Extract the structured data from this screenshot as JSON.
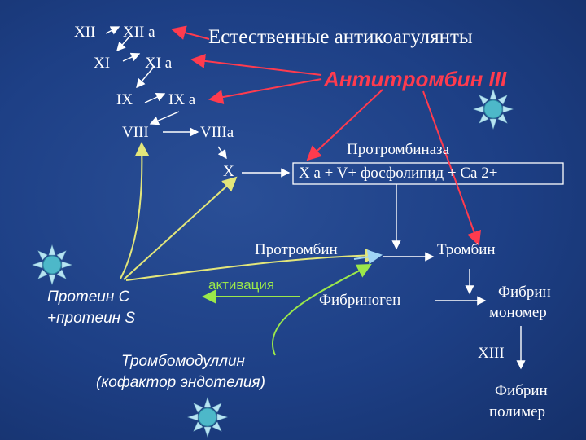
{
  "cascade": {
    "xii": "XII",
    "xii_a": "XII a",
    "xi": "XI",
    "xi_a": "XI a",
    "ix": "IX",
    "ix_a": "IX a",
    "viii": "VIII",
    "viii_a": "VIIIa",
    "x": "X"
  },
  "title": "Естественные антикоагулянты",
  "antithrombin": "Антитромбин III",
  "prothrombinase": {
    "label": "Протромбиназа",
    "formula": "X a + V+ фосфолипид + Ca 2+"
  },
  "prothrombin": "Протромбин",
  "thrombin": "Тромбин",
  "activation": "активация",
  "fibrinogen": "Фибриноген",
  "fibrin_monomer": {
    "line1": "Фибрин",
    "line2": "мономер"
  },
  "factor_xiii": "XIII",
  "fibrin_polymer": {
    "line1": "Фибрин",
    "line2": "полимер"
  },
  "protein_c": {
    "line1": "Протеин С",
    "line2": "+протеин S"
  },
  "thrombomodulin": {
    "line1": "Тромбомодуллин",
    "line2": "(кофактор эндотелия)"
  },
  "colors": {
    "background": "#1d3f85",
    "text": "#ffffff",
    "accent_red": "#ff3b4e",
    "accent_green": "#9be84a",
    "accent_yellow": "#e3e67a",
    "accent_blue": "#9fd4f5",
    "sun_core": "#4db8c9",
    "sun_rays": "#b7e4f2"
  },
  "icons": [
    "sun-icon"
  ]
}
